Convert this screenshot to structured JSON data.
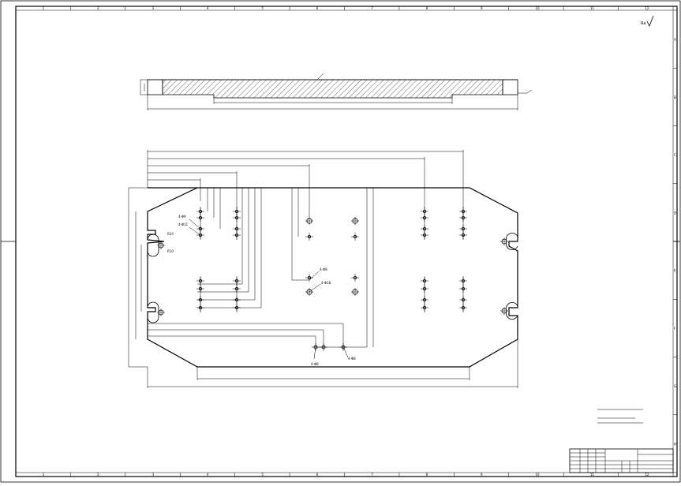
{
  "border": {
    "columns": [
      "1",
      "2",
      "3",
      "4",
      "5",
      "6",
      "7",
      "8",
      "9",
      "10",
      "11",
      "12"
    ],
    "rows": [
      "A",
      "B",
      "C",
      "D",
      "E",
      "F",
      "G",
      "H"
    ]
  },
  "roughness_symbol": "Ra",
  "side_view": {
    "surface_note_top": "",
    "surface_note_right": "",
    "dims": {
      "inner": "",
      "overall": ""
    }
  },
  "plan_view": {
    "top_dims": [
      "",
      "",
      "",
      "",
      ""
    ],
    "bottom_dims": [
      "",
      "",
      "",
      ""
    ],
    "hole_callouts": [
      "4-Φ9",
      "4-Φ11",
      "4-Φ8",
      "4-Φ18",
      "4-Φ8",
      "4-Φ8"
    ],
    "slot_labels": [
      "R20",
      "R10"
    ]
  },
  "notes": {
    "title": "",
    "lines": [
      "",
      "",
      ""
    ]
  },
  "title_block": {
    "part_code": "",
    "drawing_name": "",
    "material": "",
    "scale_label": "",
    "scale_value": ""
  }
}
